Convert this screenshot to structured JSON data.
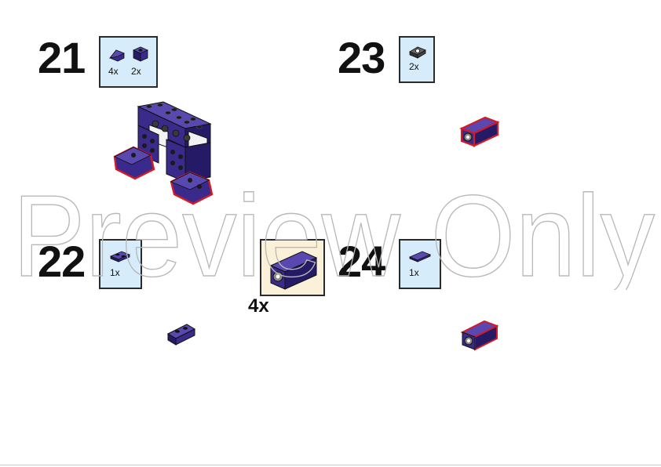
{
  "steps": [
    {
      "number": "21",
      "parts": [
        {
          "qty": "4x",
          "icon": "slope-brick-icon"
        },
        {
          "qty": "2x",
          "icon": "bracket-brick-icon"
        }
      ]
    },
    {
      "number": "22",
      "parts": [
        {
          "qty": "1x",
          "icon": "plate-1x2-icon"
        }
      ],
      "subassembly": {
        "multiplier": "4x"
      }
    },
    {
      "number": "23",
      "parts": [
        {
          "qty": "2x",
          "icon": "technic-pin-connector-icon"
        }
      ]
    },
    {
      "number": "24",
      "parts": [
        {
          "qty": "1x",
          "icon": "tile-1x2-icon"
        }
      ]
    }
  ],
  "watermark": "Preview Only",
  "colors": {
    "brick_blue": "#3a2a8c",
    "brick_blue_dark": "#241a66",
    "brick_blue_light": "#5848b0",
    "highlight_red": "#d21a2a",
    "parts_box_bg": "#d6ecfb",
    "subassembly_box_bg": "#fbf1d8"
  }
}
